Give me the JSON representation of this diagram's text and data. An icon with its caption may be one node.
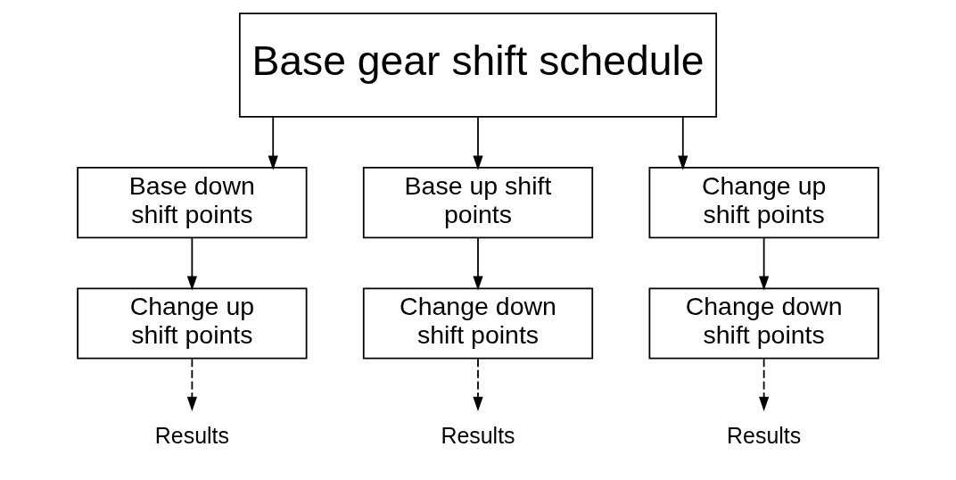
{
  "diagram": {
    "nodes": [
      {
        "text": [
          "Base gear shift schedule"
        ]
      },
      {
        "text": [
          "Base down shift points"
        ]
      },
      {
        "text": [
          "Base up shift points"
        ]
      },
      {
        "text": [
          "Change up shift points"
        ]
      },
      {
        "text": [
          "Change up shift points"
        ]
      },
      {
        "text": [
          "Change down shift points"
        ]
      },
      {
        "text": [
          "Change down shift points"
        ]
      },
      {
        "text": [
          "Results"
        ]
      },
      {
        "text": [
          "Results"
        ]
      },
      {
        "text": [
          "Results"
        ]
      }
    ],
    "edges": [
      {
        "from": 0,
        "to": 1,
        "arrow": "to"
      },
      {
        "from": 0,
        "to": 2,
        "arrow": "to"
      },
      {
        "from": 0,
        "to": 3,
        "arrow": "to"
      },
      {
        "from": 1,
        "to": 4,
        "arrow": "to"
      },
      {
        "from": 2,
        "to": 5,
        "arrow": "to"
      },
      {
        "from": 3,
        "to": 6,
        "arrow": "to"
      },
      {
        "from": 4,
        "to": 7,
        "arrow": "to",
        "style": "dashed"
      },
      {
        "from": 5,
        "to": 8,
        "arrow": "to",
        "style": "dashed"
      },
      {
        "from": 6,
        "to": 9,
        "arrow": "to",
        "style": "dashed"
      }
    ]
  }
}
